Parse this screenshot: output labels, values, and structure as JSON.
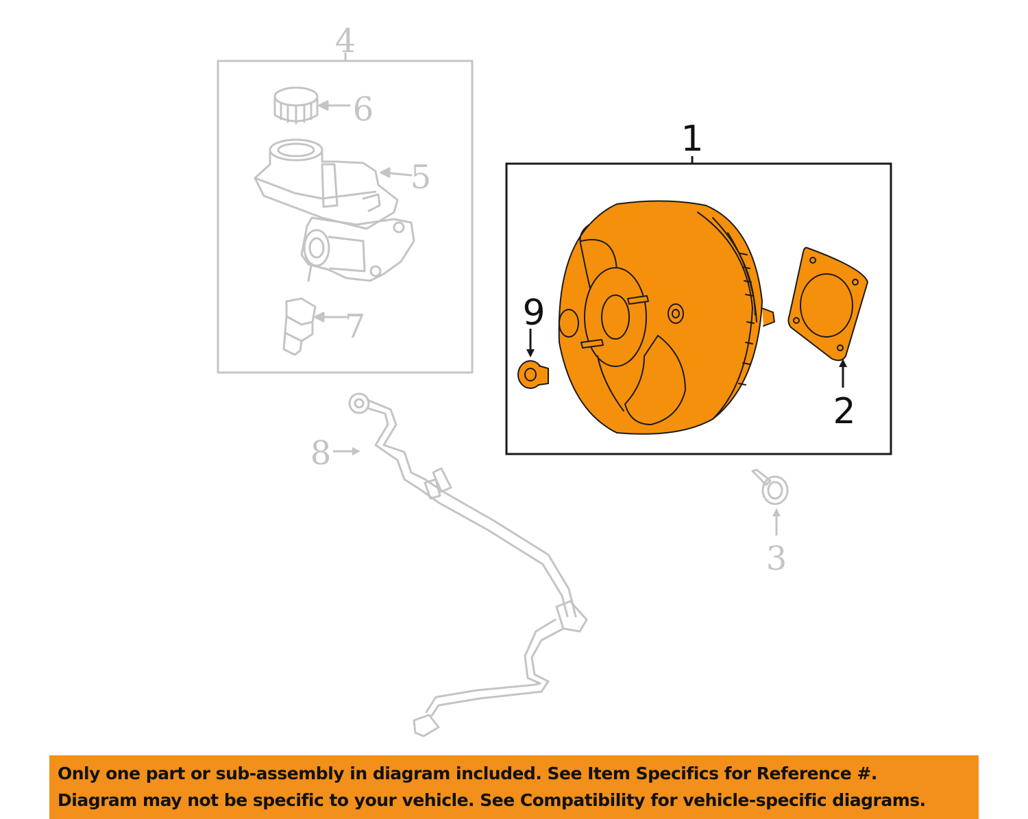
{
  "colors": {
    "highlight": "#f5900c",
    "dark_line": "#1a1a1a",
    "faded_line": "#c4c4c4",
    "notice_background": "#f2901b"
  },
  "callouts": {
    "booster": "1",
    "gasket": "2",
    "bolt": "3",
    "master_cylinder_group": "4",
    "reservoir": "5",
    "reservoir_cap": "6",
    "sensor": "7",
    "vacuum_hose": "8",
    "grommet": "9"
  },
  "notice": {
    "line1": "Only one part or sub-assembly in diagram included. See Item Specifics for Reference #.",
    "line2": "Diagram may not be specific to your vehicle. See Compatibility for vehicle-specific diagrams."
  }
}
